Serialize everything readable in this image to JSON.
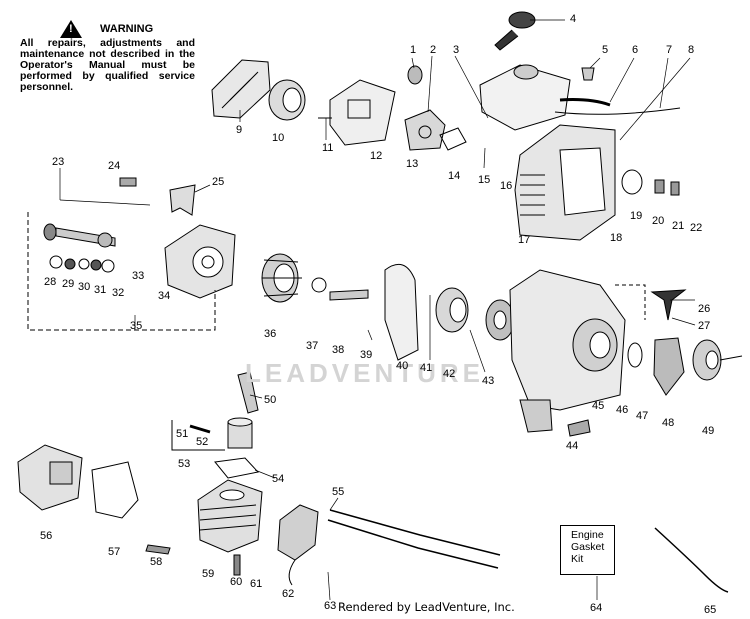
{
  "warning": {
    "title": "WARNING",
    "text": "All repairs, adjustments and maintenance not described in the Operator's Manual must be performed by qualified service personnel."
  },
  "kit_box": {
    "line1": "Engine",
    "line2": "Gasket",
    "line3": "Kit"
  },
  "watermark": "LEADVENTURE",
  "credit": "Rendered by LeadVenture, Inc.",
  "callouts": [
    "1",
    "2",
    "3",
    "4",
    "5",
    "6",
    "7",
    "8",
    "9",
    "10",
    "11",
    "12",
    "13",
    "14",
    "15",
    "16",
    "17",
    "18",
    "19",
    "20",
    "21",
    "22",
    "23",
    "24",
    "25",
    "26",
    "27",
    "28",
    "29",
    "30",
    "31",
    "32",
    "33",
    "34",
    "35",
    "36",
    "37",
    "38",
    "39",
    "40",
    "41",
    "42",
    "43",
    "44",
    "45",
    "46",
    "47",
    "48",
    "49",
    "50",
    "51",
    "52",
    "53",
    "54",
    "55",
    "56",
    "57",
    "58",
    "59",
    "60",
    "61",
    "62",
    "63",
    "64",
    "65"
  ]
}
